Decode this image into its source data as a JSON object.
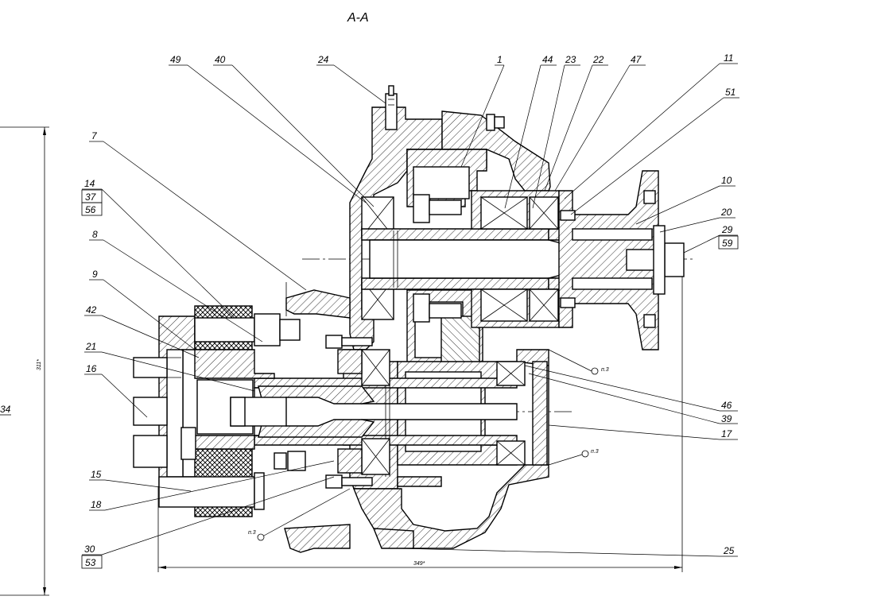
{
  "drawing": {
    "section_title": "A-A",
    "dimensions": {
      "width": "349*",
      "height": "311*",
      "left_edge": "34"
    },
    "view_marks": [
      "п.3",
      "п.3",
      "п.3"
    ],
    "callouts": [
      {
        "id": "c49",
        "text": "49"
      },
      {
        "id": "c40",
        "text": "40"
      },
      {
        "id": "c24",
        "text": "24"
      },
      {
        "id": "c1",
        "text": "1"
      },
      {
        "id": "c44",
        "text": "44"
      },
      {
        "id": "c23",
        "text": "23"
      },
      {
        "id": "c22",
        "text": "22"
      },
      {
        "id": "c47",
        "text": "47"
      },
      {
        "id": "c11",
        "text": "11"
      },
      {
        "id": "c51",
        "text": "51"
      },
      {
        "id": "c7",
        "text": "7"
      },
      {
        "id": "c10",
        "text": "10"
      },
      {
        "id": "c20",
        "text": "20"
      },
      {
        "id": "c29",
        "text": "29"
      },
      {
        "id": "c59",
        "text": "59"
      },
      {
        "id": "c14",
        "text": "14"
      },
      {
        "id": "c37",
        "text": "37"
      },
      {
        "id": "c56",
        "text": "56"
      },
      {
        "id": "c8",
        "text": "8"
      },
      {
        "id": "c9",
        "text": "9"
      },
      {
        "id": "c42",
        "text": "42"
      },
      {
        "id": "c21",
        "text": "21"
      },
      {
        "id": "c16",
        "text": "16"
      },
      {
        "id": "c15",
        "text": "15"
      },
      {
        "id": "c18",
        "text": "18"
      },
      {
        "id": "c30",
        "text": "30"
      },
      {
        "id": "c53",
        "text": "53"
      },
      {
        "id": "c46",
        "text": "46"
      },
      {
        "id": "c39",
        "text": "39"
      },
      {
        "id": "c17",
        "text": "17"
      },
      {
        "id": "c25",
        "text": "25"
      }
    ]
  }
}
